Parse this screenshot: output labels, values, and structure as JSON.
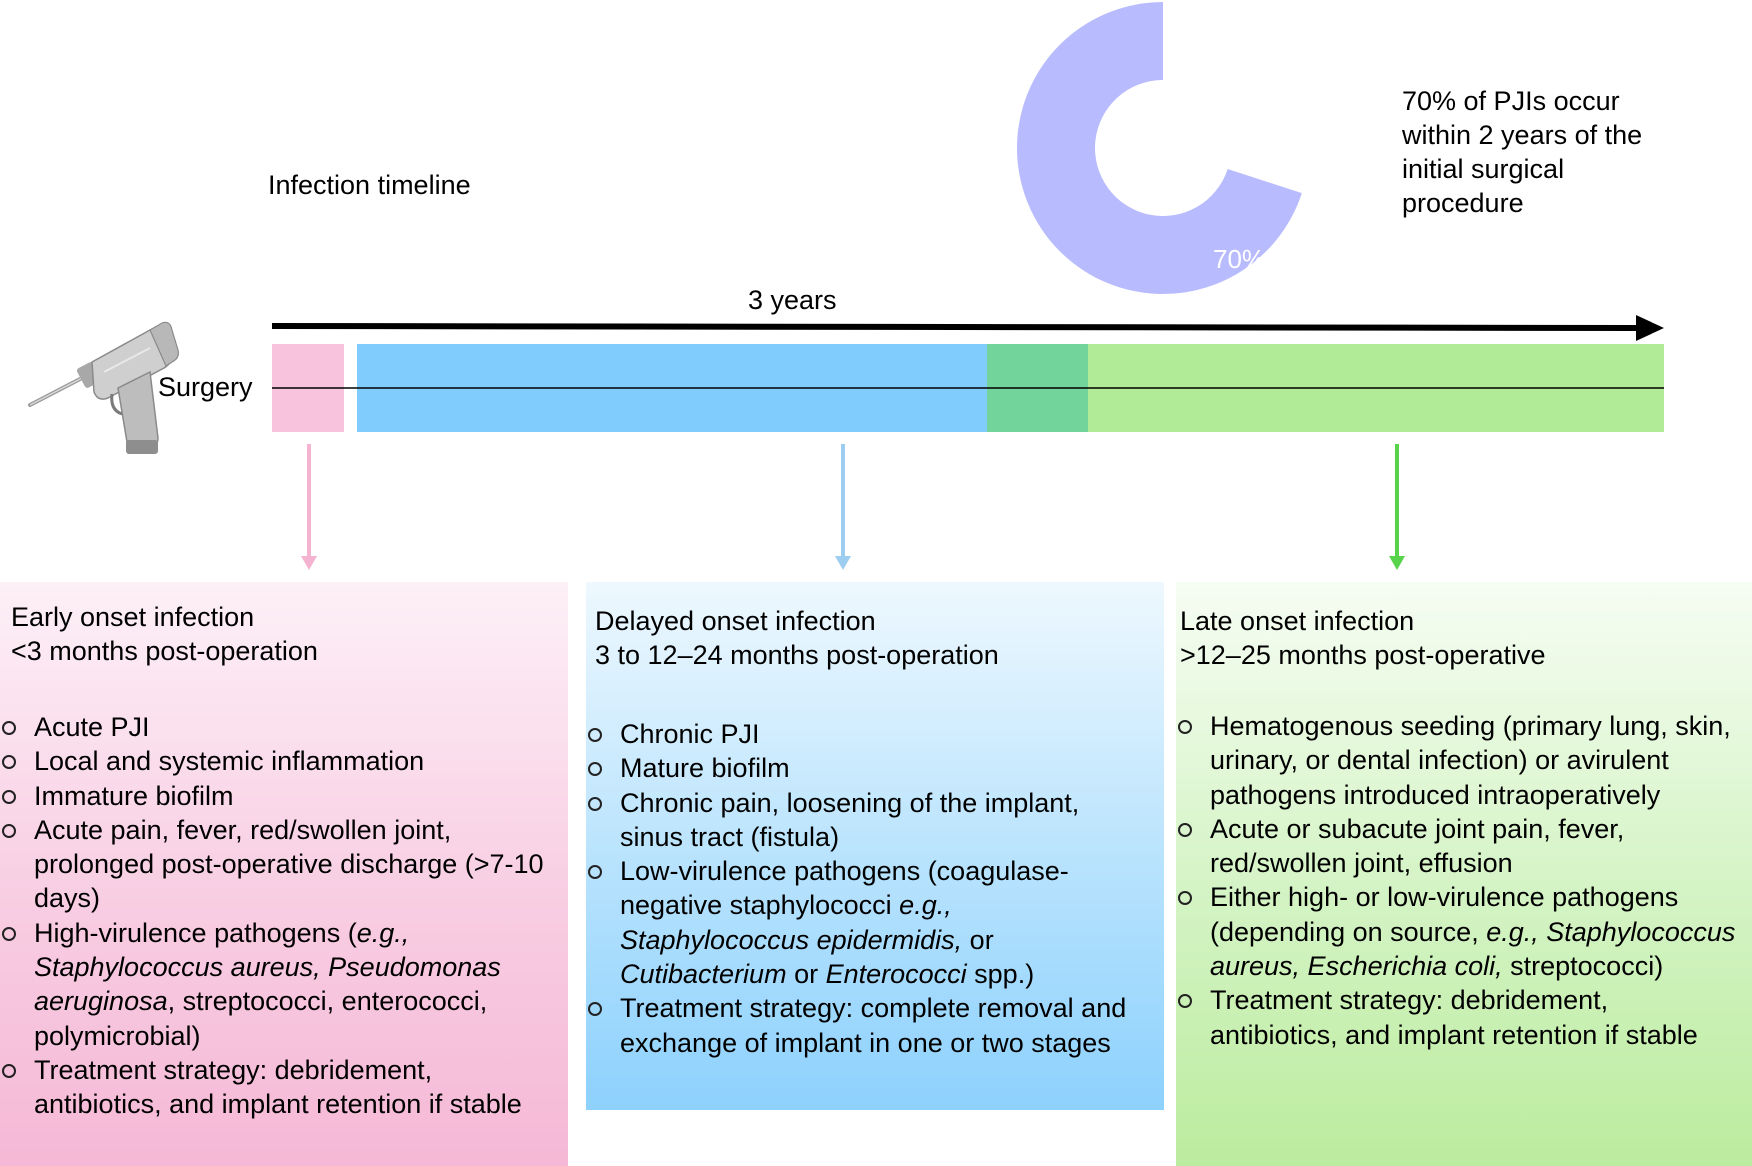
{
  "header": {
    "timeline_title": "Infection timeline",
    "years_label": "3 years",
    "surgery_label": "Surgery"
  },
  "donut": {
    "value_label": "70%",
    "fraction": 0.7,
    "note": "70% of PJIs occur within 2 years of the initial surgical procedure",
    "color": "#b8bcfe"
  },
  "colors": {
    "early": "#f8c3dd",
    "delayed": "#80cdfd",
    "overlap": "#72d49a",
    "late": "#b2eb97",
    "early_arrow": "#f4b3d1",
    "delayed_arrow": "#9dcdf1",
    "late_arrow": "#58d44b"
  },
  "early": {
    "title_line1": "Early onset infection",
    "title_line2": "<3 months post-operation",
    "items": [
      "Acute PJI",
      "Local and systemic inflammation",
      "Immature biofilm",
      "Acute pain, fever, red/swollen joint, prolonged post-operative discharge (>7-10 days)",
      {
        "pre": "High-virulence pathogens (",
        "em1": "e.g., Staphylococcus aureus, Pseudomonas aeruginosa",
        "post": ", streptococci, enterococci, polymicrobial)"
      },
      "Treatment strategy: debridement, antibiotics, and implant retention if stable"
    ]
  },
  "delayed": {
    "title_line1": "Delayed onset infection",
    "title_line2": "3 to 12–24 months post-operation",
    "items": [
      "Chronic PJI",
      "Mature biofilm",
      "Chronic pain, loosening of the implant, sinus tract (fistula)",
      {
        "pre": "Low-virulence pathogens (coagulase-negative staphylococci ",
        "em1": "e.g., Staphylococcus epidermidis,",
        "mid1": " or ",
        "em2": "Cutibacterium",
        "mid2": " or ",
        "em3": "Enterococci",
        "post": " spp.)"
      },
      "Treatment strategy: complete removal and exchange of implant in one or two stages"
    ]
  },
  "late": {
    "title_line1": "Late onset infection",
    "title_line2": ">12–25 months post-operative",
    "items": [
      "Hematogenous seeding (primary lung, skin, urinary, or dental infection) or avirulent pathogens introduced intraoperatively",
      "Acute or subacute joint pain, fever, red/swollen joint, effusion",
      {
        "pre": "Either high- or low-virulence pathogens (depending on source, ",
        "em1": "e.g., Staphylococcus aureus, Escherichia coli,",
        "post": " streptococci)"
      },
      "Treatment strategy: debridement, antibiotics, and implant retention if stable"
    ]
  }
}
